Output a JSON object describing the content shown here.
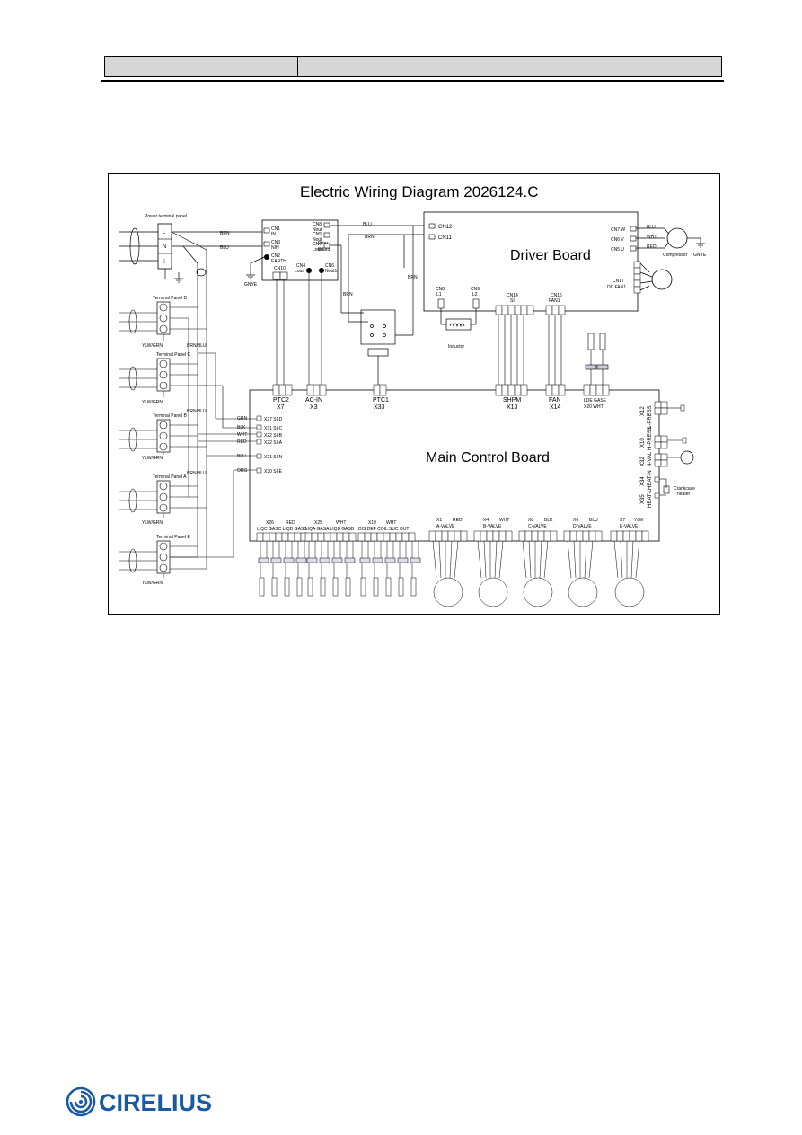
{
  "header": {},
  "diagram": {
    "title": "Electric Wiring Diagram   2026124.C",
    "driver_board": {
      "title": "Driver Board",
      "connectors": [
        "CN12",
        "CN11",
        "CN8",
        "L1",
        "CN9",
        "L2",
        "CN14",
        "SI",
        "CN15",
        "FAN1",
        "CN7 W",
        "CN6  V",
        "CN5 U",
        "CN17",
        "DC FAN1"
      ],
      "wire_labels": [
        "BLU",
        "WHT",
        "RED",
        "BLU",
        "BRN",
        "BRN",
        "BRN"
      ],
      "components": [
        "Inductor",
        "Compressor",
        "GNYE"
      ]
    },
    "filter_board": {
      "title_line1": "Filter",
      "title_line2": "Board",
      "connectors": [
        "CN1",
        "IN",
        "CN3",
        "NIN",
        "CN2",
        "EARTH",
        "CN10",
        "CN8",
        "Nout",
        "CN5",
        "Nout",
        "CN7",
        "Lout3",
        "CN4",
        "Lout",
        "CN6",
        "Nout1"
      ],
      "wire_labels": [
        "BRN",
        "BLU"
      ],
      "earth_label": "GNYE"
    },
    "power_panel": {
      "title": "Power terminal panel",
      "terminals": [
        "L",
        "N",
        "⏚"
      ]
    },
    "terminal_panels": [
      {
        "name": "Terminal Panel D",
        "earth": "YLW/GRN"
      },
      {
        "name": "Terminal Panel C",
        "earth": "YLW/GRN"
      },
      {
        "name": "Terminal Panel B",
        "earth": "YLW/GRN"
      },
      {
        "name": "Terminal Panel A",
        "earth": "YLW/GRN"
      },
      {
        "name": "Terminal Panel E",
        "earth": "YLW/GRN"
      }
    ],
    "panel_wire_labels": [
      "BRN/BLU",
      "BRN/BLU",
      "BRN/BLU"
    ],
    "main_board": {
      "title": "Main Control Board",
      "top_connectors": [
        {
          "line1": "PTC2",
          "line2": "X7"
        },
        {
          "line1": "AC-IN",
          "line2": "X3"
        },
        {
          "line1": "PTC1",
          "line2": "X33"
        },
        {
          "line1": "SHPM",
          "line2": "X13"
        },
        {
          "line1": "FAN",
          "line2": "X14"
        },
        {
          "line1": "LDE  GASE",
          "line2": "X20  WHT"
        }
      ],
      "signal_ports": [
        {
          "color": "GRN",
          "port": "X27  SI-D"
        },
        {
          "color": "BLK",
          "port": "X31  SI-C"
        },
        {
          "color": "WHT",
          "port": "X22  SI-B"
        },
        {
          "color": "RED",
          "port": "X22  SI-A"
        },
        {
          "color": "BLU",
          "port": "X21  SI-N"
        },
        {
          "color": "ORG",
          "port": "X30  SI-E"
        }
      ],
      "right_ports": [
        {
          "line1": "X12",
          "line2": "L-PRESS"
        },
        {
          "line1": "X10",
          "line2": "H-PRESS"
        },
        {
          "line1": "X32",
          "line2": "4-VAL"
        },
        {
          "line1": "X34",
          "line2": "HEAT-N"
        },
        {
          "line1": "X35",
          "line2": "HEAT-L"
        }
      ],
      "crankcase_line1": "Crankcase",
      "crankcase_line2": "heater",
      "sensor_groups": [
        {
          "header1": "X26",
          "header2": "RED",
          "labels": "LIQC GASC LIQD GASD"
        },
        {
          "header1": "X25",
          "header2": "WHT",
          "labels": "LIQA GASA LIQB GASB"
        },
        {
          "header1": "X19",
          "header2": "WHT",
          "labels": "DIS  DEF  COIL  SUC  OUT"
        }
      ],
      "valves": [
        {
          "x": "X1",
          "color": "RED",
          "name": "A-VALVE"
        },
        {
          "x": "X4",
          "color": "WHT",
          "name": "B-VALVE"
        },
        {
          "x": "X8",
          "color": "BLK",
          "name": "C-VALVE"
        },
        {
          "x": "X6",
          "color": "BLU",
          "name": "D-VALVE"
        },
        {
          "x": "X7",
          "color": "YLW",
          "name": "E-VALVE"
        }
      ]
    }
  },
  "logo": {
    "text": "CIRELIUS",
    "color": "#1a5aa3"
  }
}
